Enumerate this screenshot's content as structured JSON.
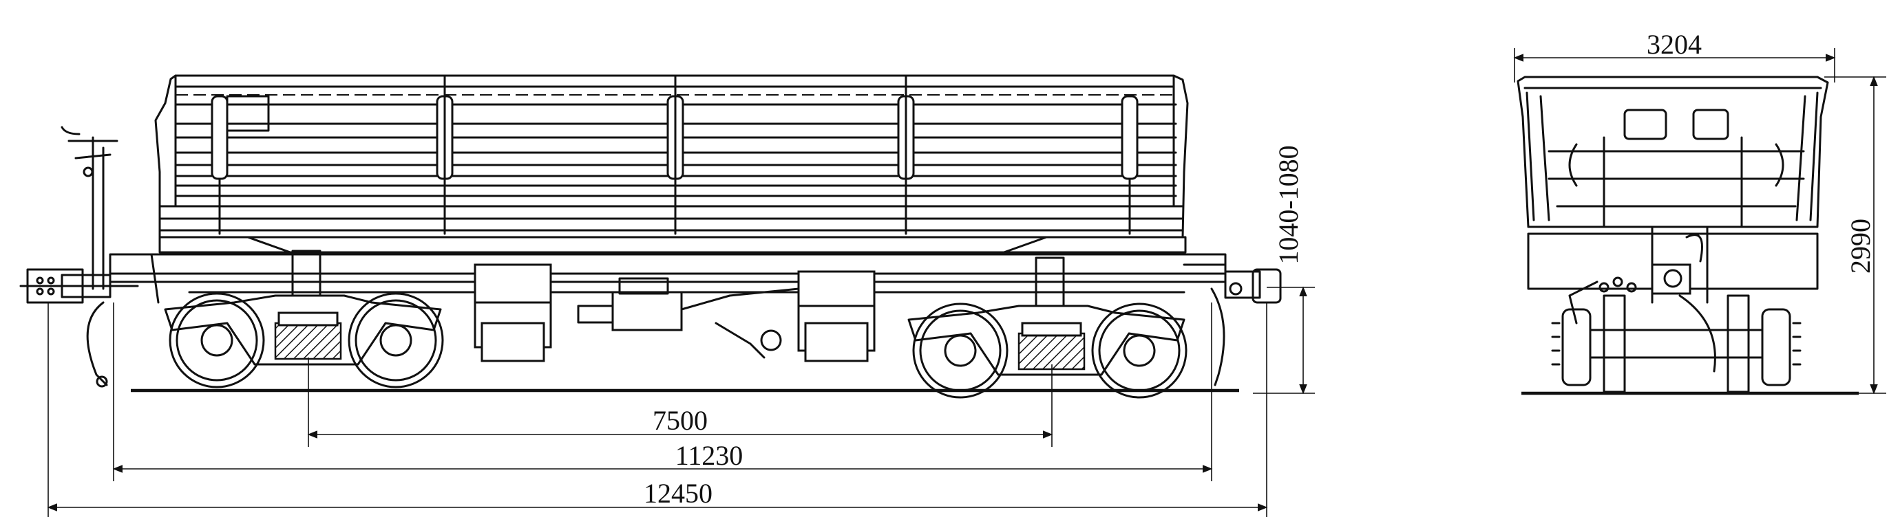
{
  "dimensions": {
    "truck_center_distance": "7500",
    "coupling_axis_length": "11230",
    "overall_length": "12450",
    "side_wall_height_range": "1040-1080",
    "overall_width": "3204",
    "overall_height": "2990"
  },
  "colors": {
    "ink": "#111111",
    "paper": "#ffffff"
  }
}
